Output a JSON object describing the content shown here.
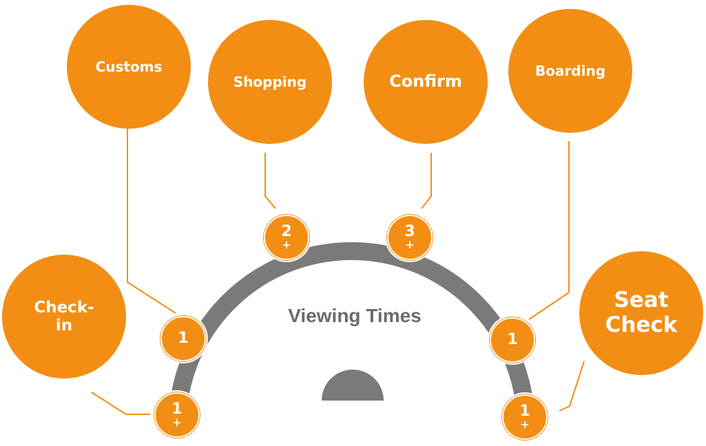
{
  "center_title": "Viewing Times",
  "colors": {
    "accent": "#f28e14",
    "arc": "#7a7a7a",
    "text": "#6b6b6b",
    "background": "#ffffff"
  },
  "stages": [
    {
      "label": "Customs",
      "count": "1",
      "suffix": ""
    },
    {
      "label": "Shopping",
      "count": "2",
      "suffix": "+"
    },
    {
      "label": "Confirm",
      "count": "3",
      "suffix": "+"
    },
    {
      "label": "Boarding",
      "count": "1",
      "suffix": ""
    },
    {
      "label": "Check-\nin",
      "count": "1",
      "suffix": "+"
    },
    {
      "label": "Seat\nCheck",
      "count": "1",
      "suffix": "+"
    }
  ]
}
